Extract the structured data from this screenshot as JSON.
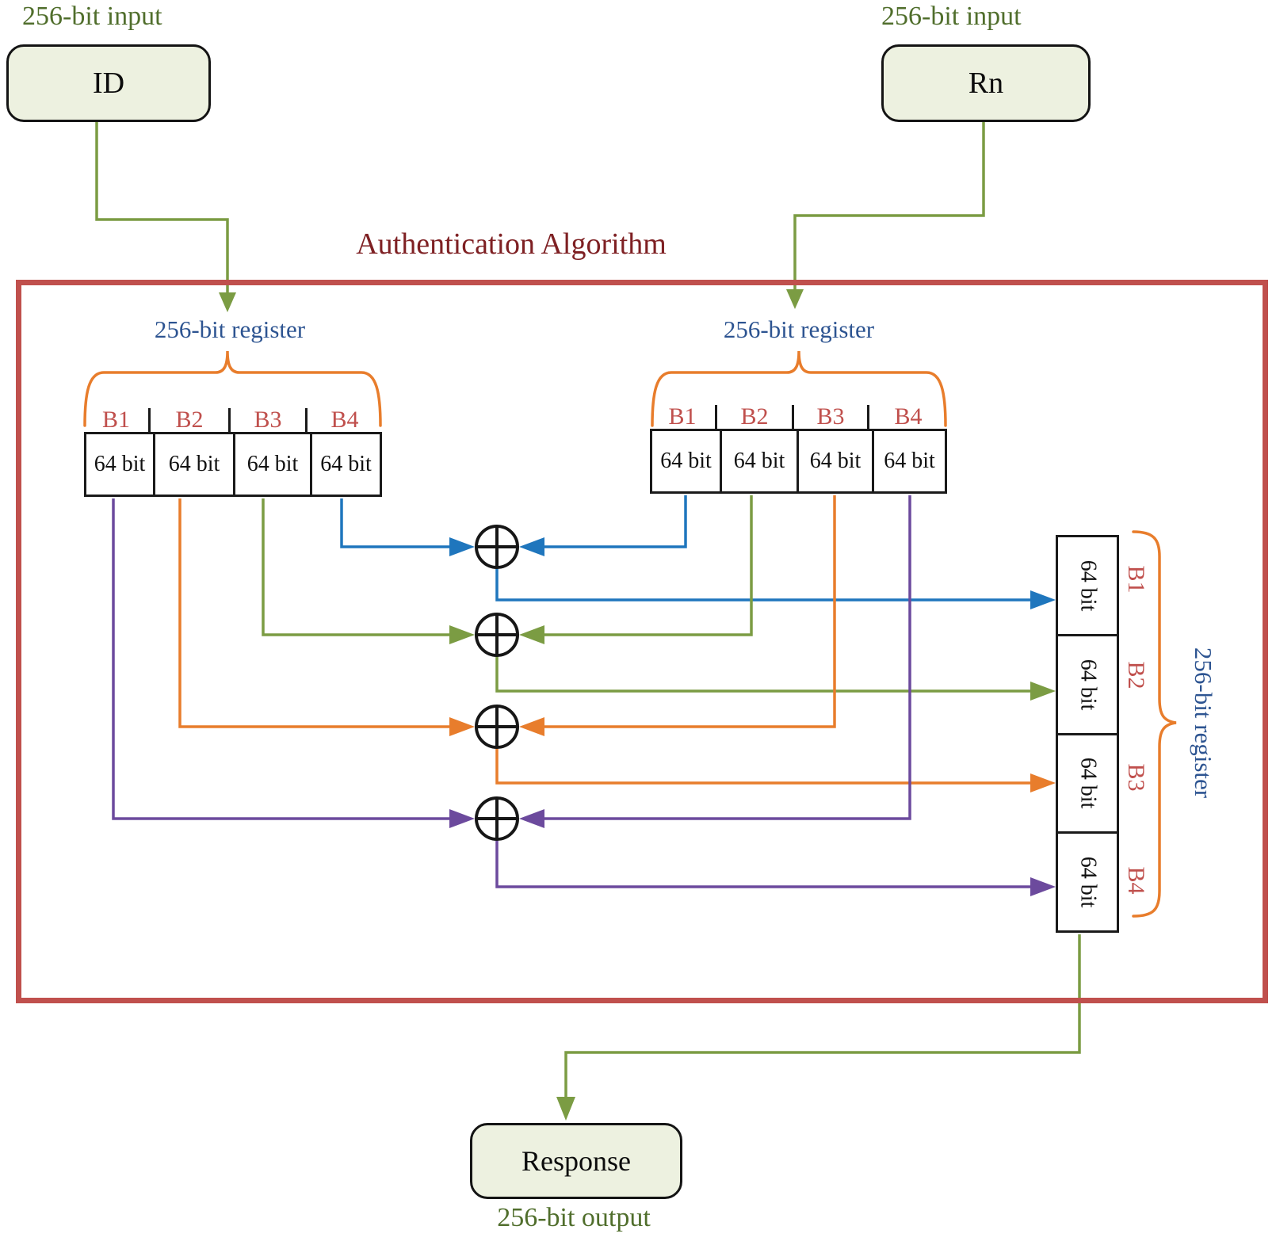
{
  "colors": {
    "green_text": "#506e2c",
    "green_line": "#7b9c43",
    "blue_line": "#1f76bd",
    "orange": "#e87d2c",
    "purple": "#6c4a9d",
    "red_frame": "#c0504d",
    "label_red": "#c0504d",
    "blue_text": "#2d5491",
    "title_maroon": "#7e2023",
    "node_fill": "#edf1e0",
    "line_black": "#1a1a1a"
  },
  "inputs": {
    "left": {
      "caption": "256-bit input",
      "label": "ID"
    },
    "right": {
      "caption": "256-bit input",
      "label": "Rn"
    }
  },
  "algorithm": {
    "title": "Authentication Algorithm"
  },
  "registers": {
    "left": {
      "caption": "256-bit register",
      "blocks": [
        "B1",
        "B2",
        "B3",
        "B4"
      ],
      "cells": [
        "64 bit",
        "64 bit",
        "64 bit",
        "64 bit"
      ]
    },
    "right": {
      "caption": "256-bit register",
      "blocks": [
        "B1",
        "B2",
        "B3",
        "B4"
      ],
      "cells": [
        "64 bit",
        "64 bit",
        "64 bit",
        "64 bit"
      ]
    },
    "output": {
      "caption": "256-bit register",
      "blocks": [
        "B1",
        "B2",
        "B3",
        "B4"
      ],
      "cells": [
        "64 bit",
        "64 bit",
        "64 bit",
        "64 bit"
      ]
    }
  },
  "xor": {
    "symbol": "⊕",
    "count": 4,
    "pairs": [
      {
        "left": "B4",
        "right": "B1",
        "output": "B1",
        "color": "#1f76bd"
      },
      {
        "left": "B3",
        "right": "B2",
        "output": "B2",
        "color": "#7b9c43"
      },
      {
        "left": "B2",
        "right": "B3",
        "output": "B3",
        "color": "#e87d2c"
      },
      {
        "left": "B1",
        "right": "B4",
        "output": "B4",
        "color": "#6c4a9d"
      }
    ]
  },
  "output": {
    "label": "Response",
    "caption": "256-bit output"
  }
}
